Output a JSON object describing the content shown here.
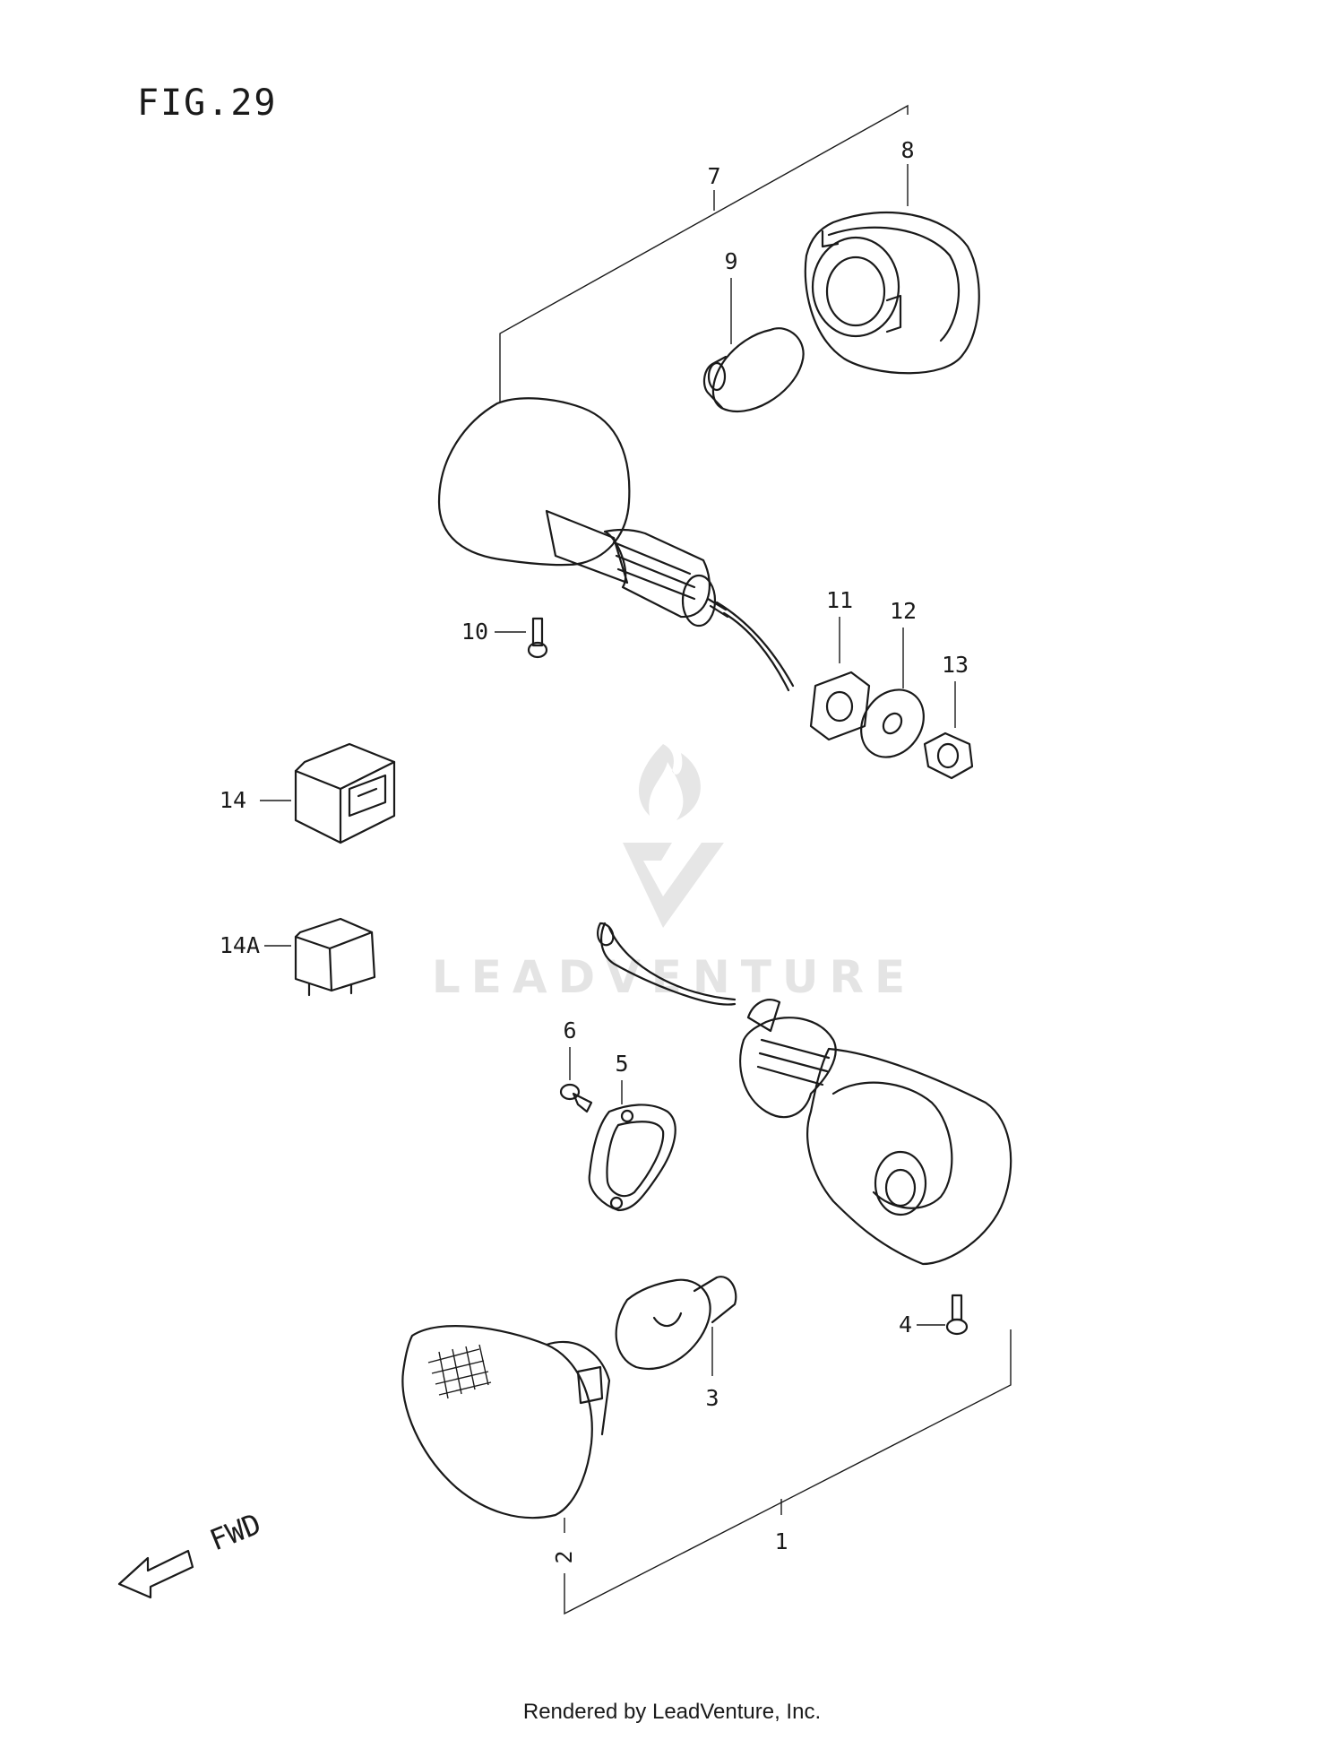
{
  "figure": {
    "title": "FIG.29"
  },
  "callouts": {
    "p1": "1",
    "p2": "2",
    "p3": "3",
    "p4": "4",
    "p5": "5",
    "p6": "6",
    "p7": "7",
    "p8": "8",
    "p9": "9",
    "p10": "10",
    "p11": "11",
    "p12": "12",
    "p13": "13",
    "p14": "14",
    "p14a": "14A"
  },
  "direction": {
    "label": "FWD"
  },
  "watermark": {
    "text": "LEADVENTURE"
  },
  "footer": {
    "text": "Rendered by LeadVenture, Inc."
  }
}
